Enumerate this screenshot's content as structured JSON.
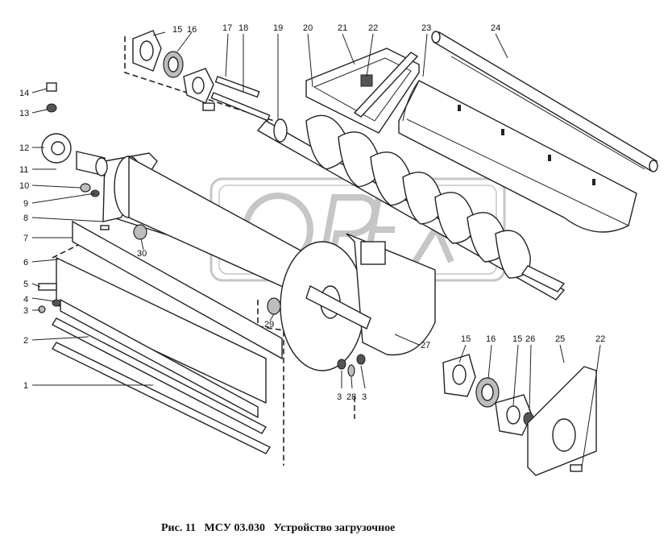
{
  "caption": "Рис. 11   МСУ 03.030   Устройство загрузочное",
  "watermark": "OPEX",
  "part_labels": [
    "1",
    "2",
    "3",
    "3",
    "3",
    "4",
    "5",
    "6",
    "7",
    "8",
    "9",
    "10",
    "11",
    "12",
    "13",
    "14",
    "15",
    "15",
    "15",
    "16",
    "16",
    "17",
    "18",
    "19",
    "20",
    "21",
    "22",
    "22",
    "23",
    "24",
    "25",
    "26",
    "27",
    "28",
    "29",
    "30"
  ]
}
